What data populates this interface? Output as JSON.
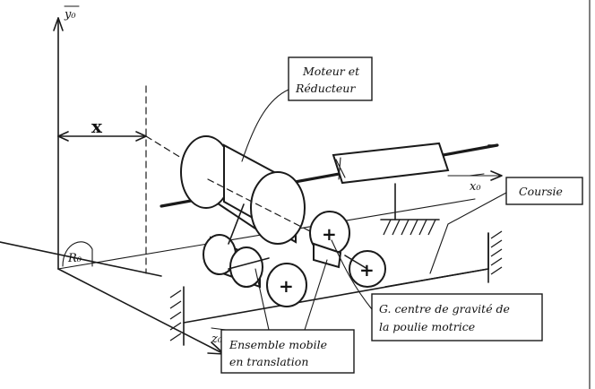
{
  "axes": {
    "y_label": "y₀",
    "x_label": "x₀",
    "z_label": "z₀",
    "frame_label": "R₀",
    "position_label": "x"
  },
  "labels": {
    "motor": [
      "Moteur et",
      "Réducteur"
    ],
    "rail": "Coursie",
    "mobile": [
      "Ensemble mobile",
      "en translation"
    ],
    "gravity": [
      "G. centre de gravité de",
      "la poulie motrice"
    ]
  },
  "markers": {
    "plus": "+"
  }
}
